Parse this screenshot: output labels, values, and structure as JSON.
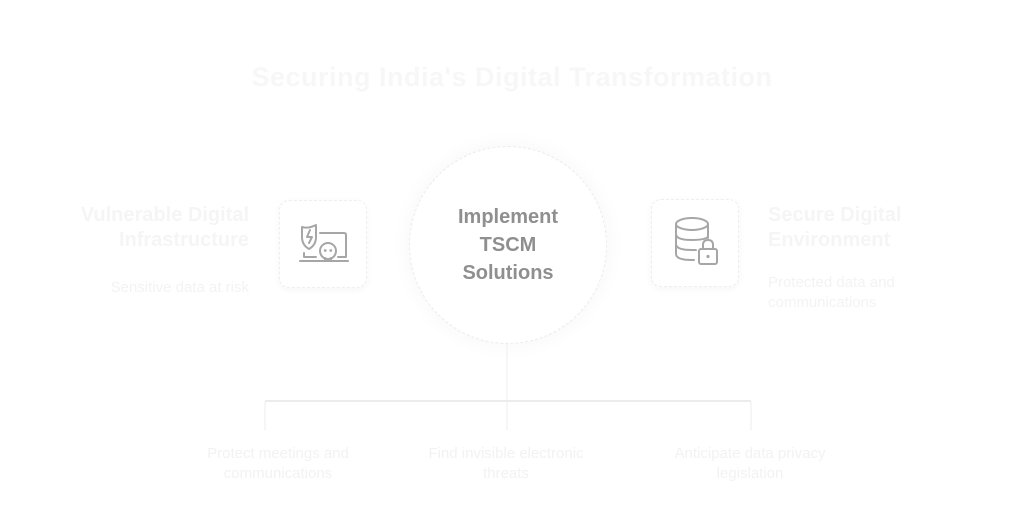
{
  "title": "Securing India's Digital Transformation",
  "center": {
    "label": "Implement\nTSCM\nSolutions"
  },
  "left": {
    "title": "Vulnerable Digital\nInfrastructure",
    "description": "Sensitive data at risk",
    "icon": "laptop-security-alert-icon"
  },
  "right": {
    "title": "Secure Digital\nEnvironment",
    "description": "Protected data and\ncommunications",
    "icon": "database-lock-icon"
  },
  "bottom_items": [
    {
      "label": "Protect meetings and\ncommunications"
    },
    {
      "label": "Find invisible electronic\nthreats"
    },
    {
      "label": "Anticipate data privacy\nlegislation"
    }
  ],
  "colors": {
    "center_text": "#8f8f8f",
    "icon_stroke": "#a6a6a6",
    "faint_text": "#f3f3f3"
  }
}
